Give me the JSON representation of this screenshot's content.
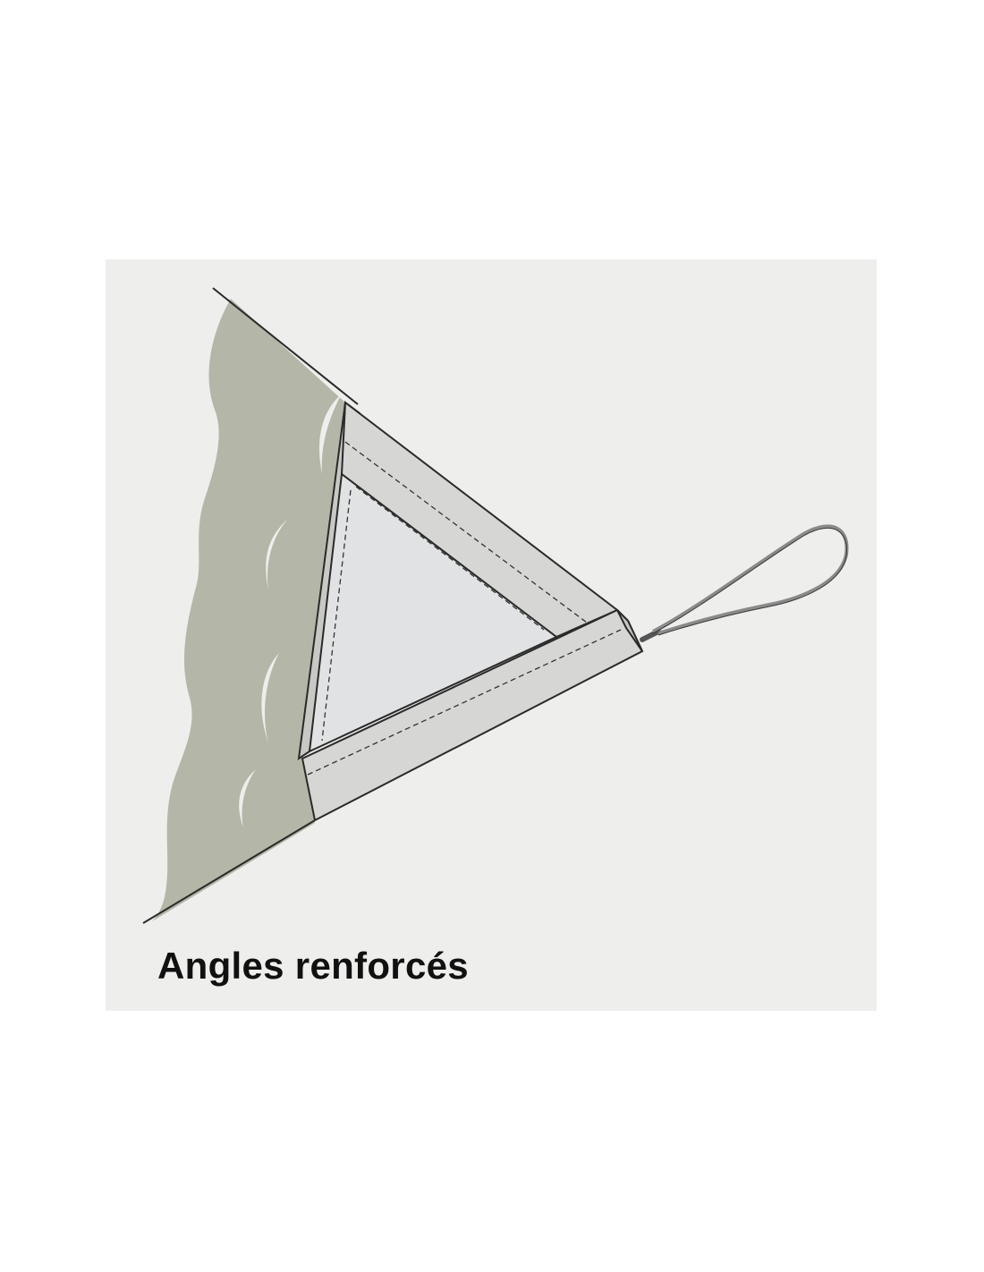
{
  "caption": "Angles renforcés",
  "colors": {
    "page_background": "#ffffff",
    "panel_background": "#eeeeec",
    "fabric": "#b4b6a8",
    "reinforcement_band": "#d6d6d4",
    "inner_patch": "#e1e2e3",
    "outline": "#2a2a2a",
    "stitching": "#333333",
    "cable": "#8a8a8a",
    "caption_text": "#111111"
  },
  "icons": [
    "shade-sail-fabric",
    "reinforced-corner",
    "stitching",
    "steel-ring-loop"
  ]
}
